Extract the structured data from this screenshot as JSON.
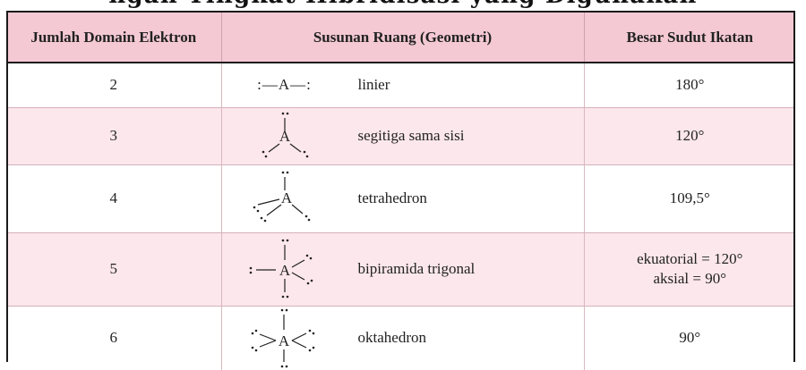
{
  "caption": "ngan Tingkat Hibridisasi yang Digunakan",
  "headers": {
    "domain": "Jumlah Domain Elektron",
    "geometry": "Susunan Ruang (Geometri)",
    "angle": "Besar Sudut Ikatan"
  },
  "rows": [
    {
      "domain": "2",
      "geometry_name": "linier",
      "angle": "180°",
      "angle2": "",
      "figure": ":—A—:"
    },
    {
      "domain": "3",
      "geometry_name": "segitiga sama sisi",
      "angle": "120°",
      "angle2": "",
      "figure": "A"
    },
    {
      "domain": "4",
      "geometry_name": "tetrahedron",
      "angle": "109,5°",
      "angle2": "",
      "figure": "A"
    },
    {
      "domain": "5",
      "geometry_name": "bipiramida trigonal",
      "angle": "ekuatorial = 120°",
      "angle2": "aksial = 90°",
      "figure": "A"
    },
    {
      "domain": "6",
      "geometry_name": "oktahedron",
      "angle": "90°",
      "angle2": "",
      "figure": "A"
    }
  ],
  "colors": {
    "header_bg": "#f4c9d3",
    "pink_row_bg": "#fce7ec",
    "white_row_bg": "#ffffff",
    "text": "#222222"
  }
}
